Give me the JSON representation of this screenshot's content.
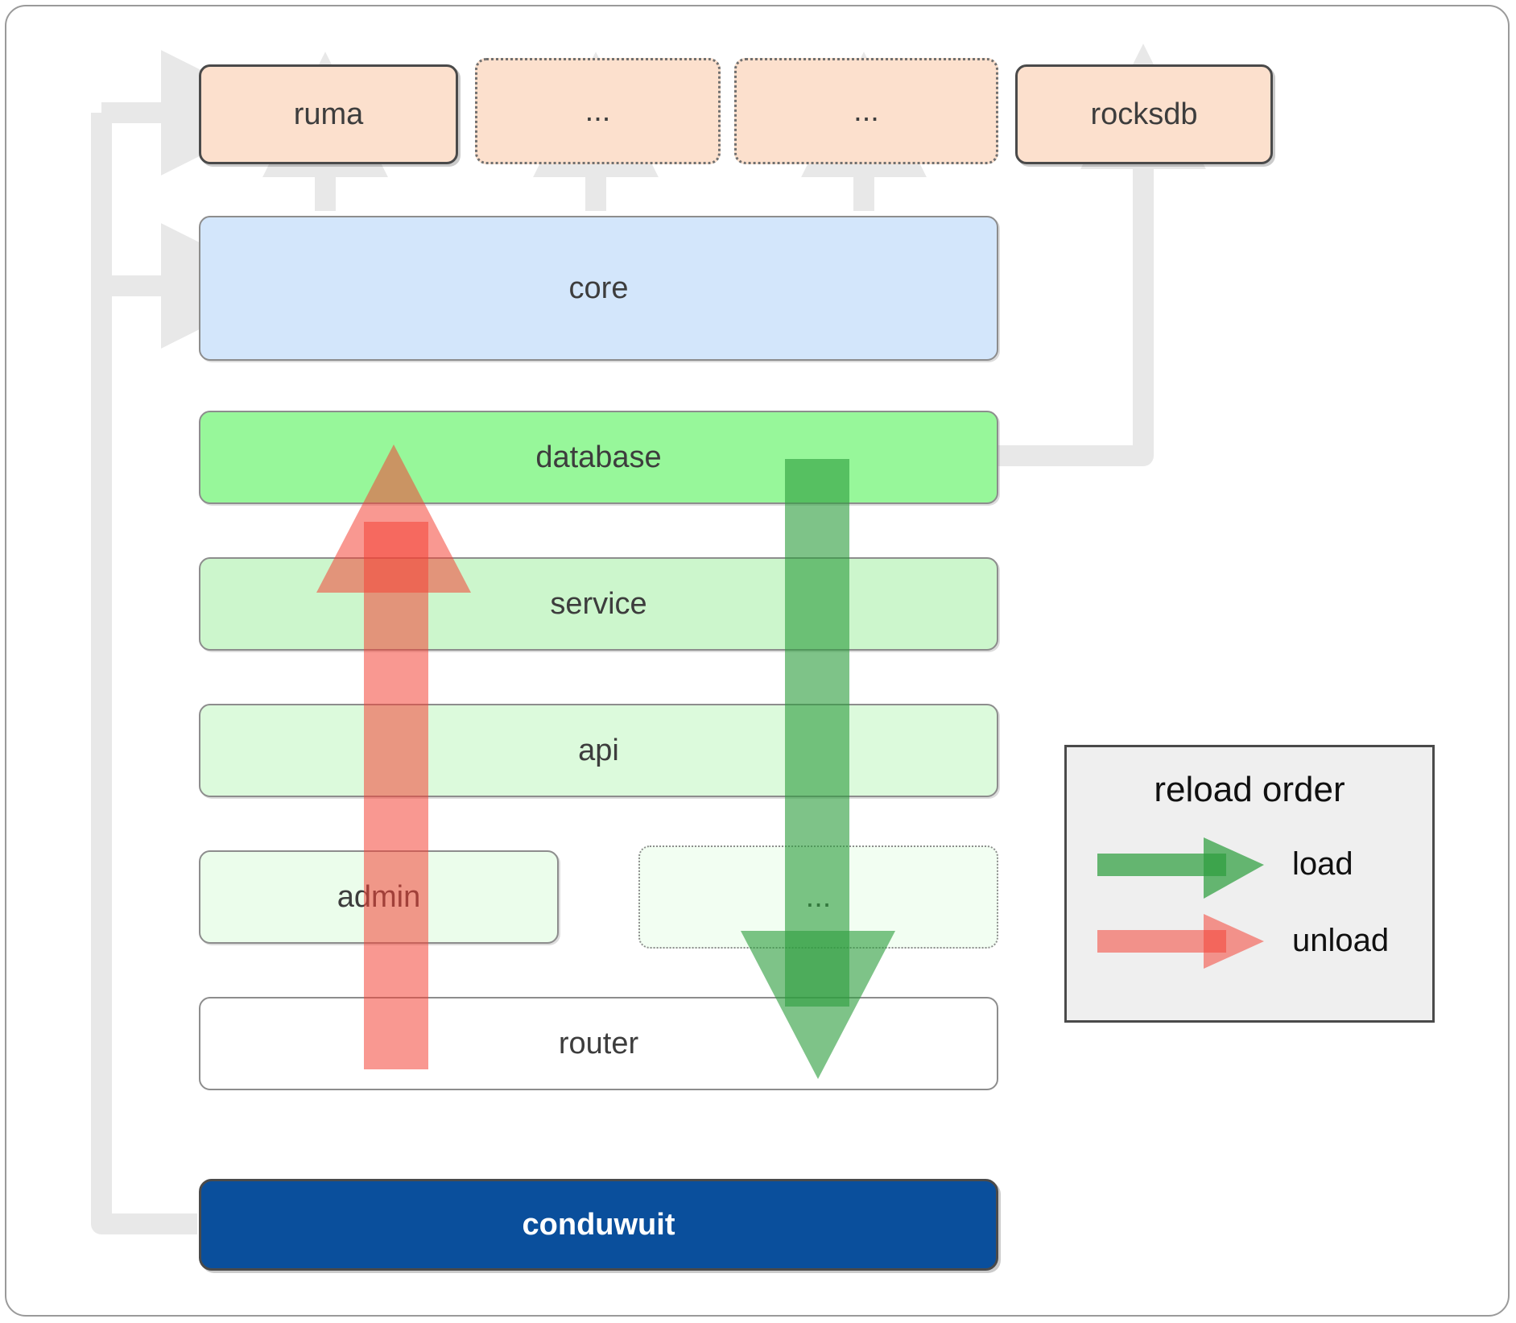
{
  "diagram": {
    "title": "conduwuit crate dependency and reload order diagram",
    "colors": {
      "peach": "#fce0cd",
      "blue": "#d3e6fb",
      "green_database": "#97f79a",
      "green_service": "#ccf6cc",
      "green_api": "#dcfadc",
      "green_admin": "#ebfdeb",
      "green_ellipsis": "#f2fef2",
      "router_white": "#ffffff",
      "navy": "#0a4f9c",
      "connector_grey": "#e8e8e8",
      "load_green": "#4caf50",
      "unload_red": "#f97c7c",
      "legend_bg": "#efefef"
    },
    "external_row": [
      {
        "label": "ruma",
        "style": "solid-dark",
        "fill": "peach"
      },
      {
        "label": "...",
        "style": "dotted",
        "fill": "peach"
      },
      {
        "label": "...",
        "style": "dotted",
        "fill": "peach"
      },
      {
        "label": "rocksdb",
        "style": "solid-dark",
        "fill": "peach"
      }
    ],
    "layers": [
      {
        "label": "core",
        "style": "thin",
        "fill": "blue"
      },
      {
        "label": "database",
        "style": "thin",
        "fill": "green_database"
      },
      {
        "label": "service",
        "style": "thin",
        "fill": "green_service"
      },
      {
        "label": "api",
        "style": "thin",
        "fill": "green_api"
      },
      {
        "label": "admin",
        "style": "thin",
        "fill": "green_admin"
      },
      {
        "label": "...",
        "style": "thin-dotted",
        "fill": "green_ellipsis"
      },
      {
        "label": "router",
        "style": "plain",
        "fill": "router_white"
      },
      {
        "label": "conduwuit",
        "style": "solid-dark",
        "fill": "navy"
      }
    ],
    "big_arrows": [
      {
        "name": "unload-arrow",
        "direction": "up",
        "color": "#f97c7c"
      },
      {
        "name": "load-arrow",
        "direction": "down",
        "color": "#4caf50"
      }
    ]
  },
  "legend": {
    "title": "reload order",
    "items": [
      {
        "label": "load",
        "color": "#4caf50"
      },
      {
        "label": "unload",
        "color": "#f97c7c"
      }
    ]
  }
}
